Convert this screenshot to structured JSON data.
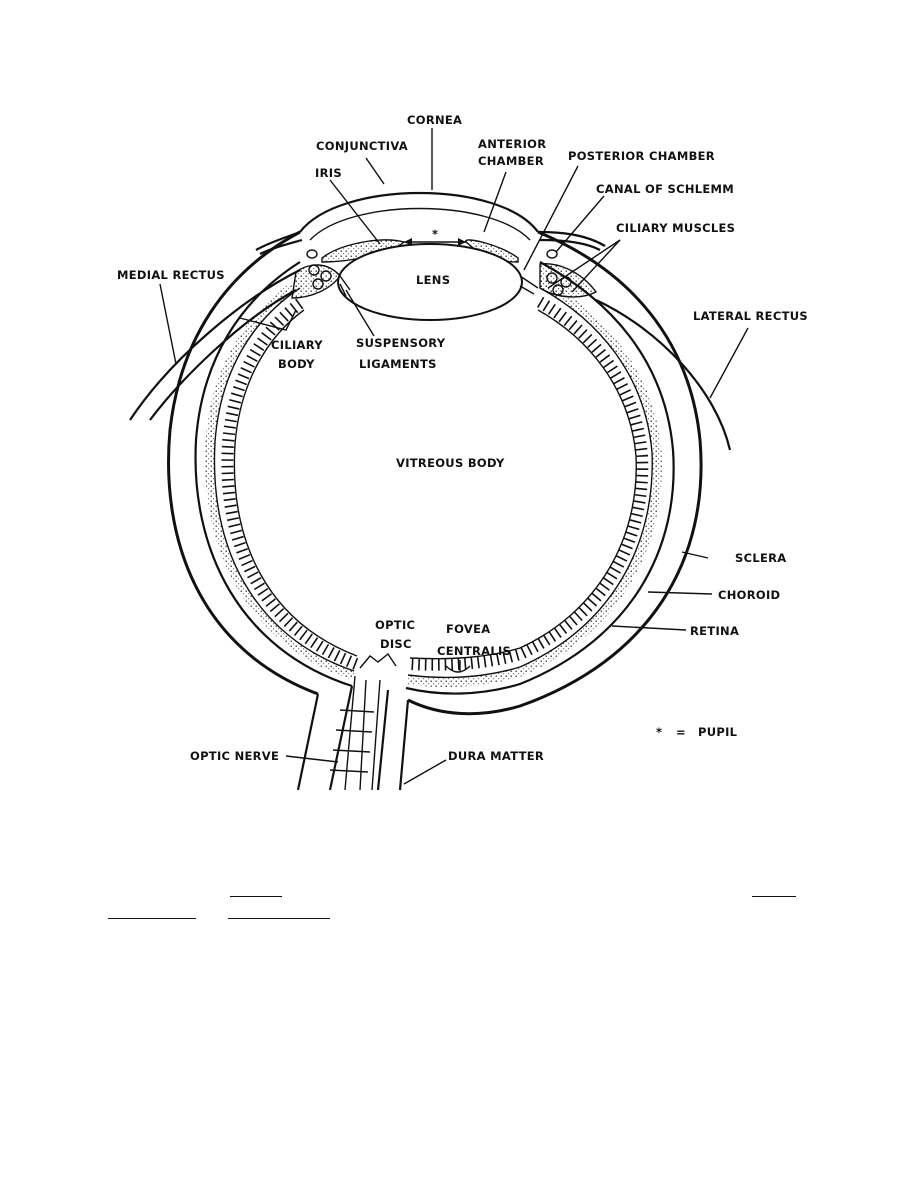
{
  "labels": {
    "cornea": "CORNEA",
    "conjunctiva": "CONJUNCTIVA",
    "anterior_chamber_1": "ANTERIOR",
    "anterior_chamber_2": "CHAMBER",
    "posterior_chamber": "POSTERIOR CHAMBER",
    "iris": "IRIS",
    "canal_of_schlemm": "CANAL OF SCHLEMM",
    "ciliary_muscles": "CILIARY MUSCLES",
    "medial_rectus": "MEDIAL RECTUS",
    "lens": "LENS",
    "lateral_rectus": "LATERAL RECTUS",
    "ciliary_body_1": "CILIARY",
    "ciliary_body_2": "BODY",
    "suspensory_ligaments_1": "SUSPENSORY",
    "suspensory_ligaments_2": "LIGAMENTS",
    "vitreous_body": "VITREOUS BODY",
    "sclera": "SCLERA",
    "choroid": "CHOROID",
    "retina": "RETINA",
    "optic_disc_1": "OPTIC",
    "optic_disc_2": "DISC",
    "fovea_centralis_1": "FOVEA",
    "fovea_centralis_2": "CENTRALIS",
    "optic_nerve": "OPTIC NERVE",
    "dura_matter": "DURA MATTER",
    "pupil_marker": "*",
    "pupil_legend_symbol": "*",
    "pupil_legend_equals": "=",
    "pupil_legend_text": "PUPIL"
  }
}
